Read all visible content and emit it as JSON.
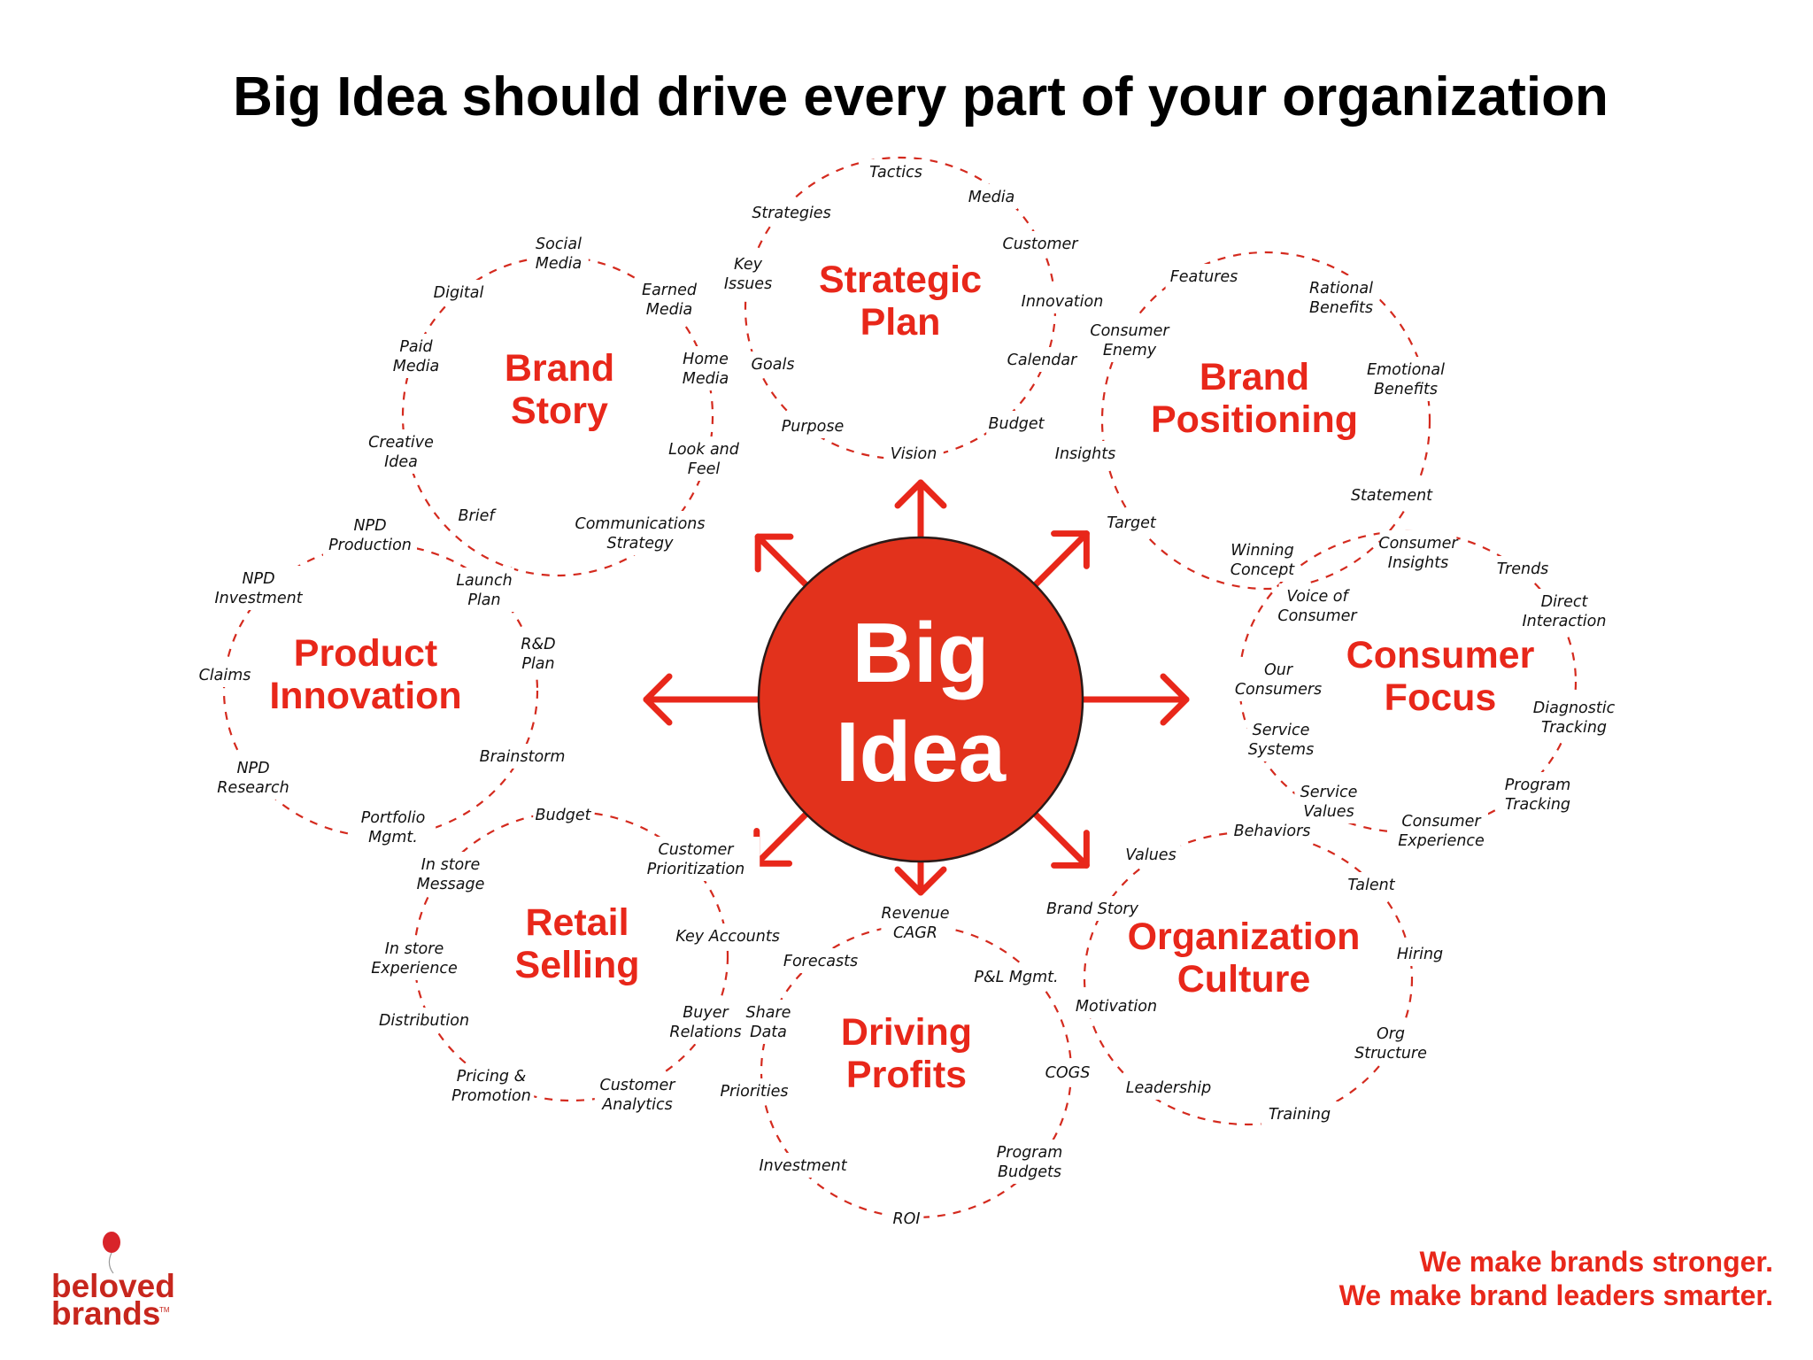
{
  "title": "Big Idea should drive every part of your organization",
  "center_label": [
    "Big",
    "Idea"
  ],
  "clusters": [
    {
      "id": "strategic-plan",
      "title": [
        "Strategic",
        "Plan"
      ],
      "items": [
        [
          "Tactics"
        ],
        [
          "Media"
        ],
        [
          "Customer"
        ],
        [
          "Innovation"
        ],
        [
          "Calendar"
        ],
        [
          "Budget"
        ],
        [
          "Vision"
        ],
        [
          "Purpose"
        ],
        [
          "Goals"
        ],
        [
          "Key",
          "Issues"
        ],
        [
          "Strategies"
        ]
      ]
    },
    {
      "id": "brand-story",
      "title": [
        "Brand",
        "Story"
      ],
      "items": [
        [
          "Social",
          "Media"
        ],
        [
          "Earned",
          "Media"
        ],
        [
          "Home",
          "Media"
        ],
        [
          "Look and",
          "Feel"
        ],
        [
          "Communications",
          "Strategy"
        ],
        [
          "Brief"
        ],
        [
          "Creative",
          "Idea"
        ],
        [
          "Paid",
          "Media"
        ],
        [
          "Digital"
        ]
      ]
    },
    {
      "id": "brand-positioning",
      "title": [
        "Brand",
        "Positioning"
      ],
      "items": [
        [
          "Features"
        ],
        [
          "Rational",
          "Benefits"
        ],
        [
          "Emotional",
          "Benefits"
        ],
        [
          "Statement"
        ],
        [
          "Winning",
          "Concept"
        ],
        [
          "Target"
        ],
        [
          "Insights"
        ],
        [
          "Consumer",
          "Enemy"
        ]
      ]
    },
    {
      "id": "product-innovation",
      "title": [
        "Product",
        "Innovation"
      ],
      "items": [
        [
          "NPD",
          "Production"
        ],
        [
          "Launch",
          "Plan"
        ],
        [
          "R&D",
          "Plan"
        ],
        [
          "Brainstorm"
        ],
        [
          "Portfolio",
          "Mgmt."
        ],
        [
          "NPD",
          "Research"
        ],
        [
          "Claims"
        ],
        [
          "NPD",
          "Investment"
        ]
      ]
    },
    {
      "id": "consumer-focus",
      "title": [
        "Consumer",
        "Focus"
      ],
      "items": [
        [
          "Consumer",
          "Insights"
        ],
        [
          "Trends"
        ],
        [
          "Direct",
          "Interaction"
        ],
        [
          "Diagnostic",
          "Tracking"
        ],
        [
          "Program",
          "Tracking"
        ],
        [
          "Consumer",
          "Experience"
        ],
        [
          "Service",
          "Values"
        ],
        [
          "Service",
          "Systems"
        ],
        [
          "Our",
          "Consumers"
        ],
        [
          "Voice of",
          "Consumer"
        ]
      ]
    },
    {
      "id": "retail-selling",
      "title": [
        "Retail",
        "Selling"
      ],
      "items": [
        [
          "Budget"
        ],
        [
          "Customer",
          "Prioritization"
        ],
        [
          "Key Accounts"
        ],
        [
          "Buyer",
          "Relations"
        ],
        [
          "Customer",
          "Analytics"
        ],
        [
          "Pricing &",
          "Promotion"
        ],
        [
          "Distribution"
        ],
        [
          "In store",
          "Experience"
        ],
        [
          "In store",
          "Message"
        ]
      ]
    },
    {
      "id": "driving-profits",
      "title": [
        "Driving",
        "Profits"
      ],
      "items": [
        [
          "Revenue",
          "CAGR"
        ],
        [
          "P&L Mgmt."
        ],
        [
          "COGS"
        ],
        [
          "Program",
          "Budgets"
        ],
        [
          "ROI"
        ],
        [
          "Investment"
        ],
        [
          "Priorities"
        ],
        [
          "Share",
          "Data"
        ],
        [
          "Forecasts"
        ]
      ]
    },
    {
      "id": "organization-culture",
      "title": [
        "Organization",
        "Culture"
      ],
      "items": [
        [
          "Behaviors"
        ],
        [
          "Talent"
        ],
        [
          "Hiring"
        ],
        [
          "Org",
          "Structure"
        ],
        [
          "Training"
        ],
        [
          "Leadership"
        ],
        [
          "Motivation"
        ],
        [
          "Brand Story"
        ],
        [
          "Values"
        ]
      ]
    }
  ],
  "tagline": [
    "We make brands stronger.",
    "We make brand leaders smarter."
  ],
  "logo": {
    "line1": "beloved",
    "line2": "brands",
    "trademark": "TM",
    "icon": "balloon-icon"
  },
  "colors": {
    "accent": "#e8271a",
    "center_fill": "#e2321c",
    "dashes": "#d42a1e",
    "title": "#000000"
  }
}
